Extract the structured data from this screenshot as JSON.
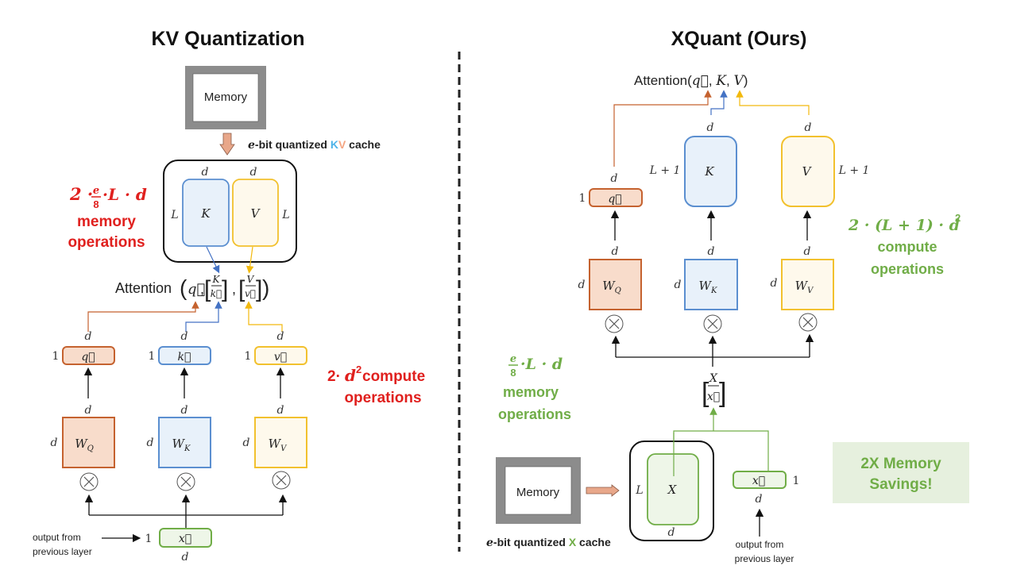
{
  "colors": {
    "query": "#c5622f",
    "query_fill": "#f8dccb",
    "key": "#5b8fd0",
    "key_fill": "#e8f1fa",
    "value": "#f2c12e",
    "value_fill": "#fef9ec",
    "x": "#70ad47",
    "x_fill": "#eef6e8",
    "red_text": "#e0201e",
    "green_text": "#70ad47",
    "savings_bg": "#e6f0de",
    "memory_frame": "#8c8c8c"
  },
  "left": {
    "title": "KV Quantization",
    "memory_label": "Memory",
    "cache_label": {
      "prefix": "e",
      "mid": "-bit quantized ",
      "k": "K",
      "v": "V",
      "suffix": " cache"
    },
    "memory_ops": {
      "formula": "2 · e/8 · L · d",
      "f_2": "2 ·",
      "f_num": "e",
      "f_den": "8",
      "f_rest": "·L · d",
      "line1": "memory",
      "line2": "operations"
    },
    "kv_cache": {
      "k_label": "K",
      "v_label": "V",
      "dim_top_k": "d",
      "dim_top_v": "d",
      "dim_left": "L",
      "dim_right": "L"
    },
    "attention": {
      "text": "Attention",
      "args": "q⃗, [K / k⃗], [V / v⃗]",
      "q": "q⃗",
      "K": "K",
      "k": "k⃗",
      "V": "V",
      "v": "v⃗"
    },
    "vectors": [
      {
        "name": "q",
        "label": "q⃗",
        "rows": "1",
        "cols": "d"
      },
      {
        "name": "k",
        "label": "k⃗",
        "rows": "1",
        "cols": "d"
      },
      {
        "name": "v",
        "label": "v⃗",
        "rows": "1",
        "cols": "d"
      }
    ],
    "weights": [
      {
        "name": "WQ",
        "base": "W",
        "sub": "Q",
        "rows": "d",
        "cols": "d"
      },
      {
        "name": "WK",
        "base": "W",
        "sub": "K",
        "rows": "d",
        "cols": "d"
      },
      {
        "name": "WV",
        "base": "W",
        "sub": "V",
        "rows": "d",
        "cols": "d"
      }
    ],
    "compute_ops": {
      "f_2": "2·",
      "f_d": "d",
      "f_exp": "2",
      "line1_rest": " compute",
      "line2": "operations"
    },
    "input": {
      "label": "x⃗",
      "rows": "1",
      "cols": "d",
      "caption_line1": "output from",
      "caption_line2": "previous layer"
    },
    "multiply_symbol": "⊗"
  },
  "right": {
    "title": "XQuant (Ours)",
    "attention": {
      "text": "Attention(",
      "q": "q⃗",
      "comma1": ", ",
      "K": "K",
      "comma2": ", ",
      "V": "V",
      "close": ")"
    },
    "q_vector": {
      "label": "q⃗",
      "rows": "1",
      "cols": "d"
    },
    "K_matrix": {
      "label": "K",
      "rows": "L + 1",
      "cols": "d"
    },
    "V_matrix": {
      "label": "V",
      "rows": "L + 1",
      "cols": "d"
    },
    "compute_ops": {
      "formula": "2 · (L + 1) · d²",
      "f_main": "2 · (L + 1) · d",
      "f_exp": "2",
      "line1": "compute",
      "line2": "operations"
    },
    "weights": [
      {
        "name": "WQ",
        "base": "W",
        "sub": "Q",
        "rows": "d",
        "cols": "d"
      },
      {
        "name": "WK",
        "base": "W",
        "sub": "K",
        "rows": "d",
        "cols": "d"
      },
      {
        "name": "WV",
        "base": "W",
        "sub": "V",
        "rows": "d",
        "cols": "d"
      }
    ],
    "concat": {
      "top": "X",
      "bottom": "x⃗"
    },
    "memory_ops": {
      "f_num": "e",
      "f_den": "8",
      "f_rest": "·L · d",
      "line1": "memory",
      "line2": "operations"
    },
    "memory_label": "Memory",
    "x_cache": {
      "label": "X",
      "rows": "L",
      "cols": "d"
    },
    "cache_label": {
      "prefix": "e",
      "mid": "-bit quantized ",
      "x": "X",
      "suffix": " cache"
    },
    "input": {
      "label": "x⃗",
      "rows": "1",
      "cols": "d",
      "caption_line1": "output from",
      "caption_line2": "previous layer"
    },
    "savings": {
      "line1": "2X Memory",
      "line2": "Savings!"
    },
    "multiply_symbol": "⊗"
  }
}
